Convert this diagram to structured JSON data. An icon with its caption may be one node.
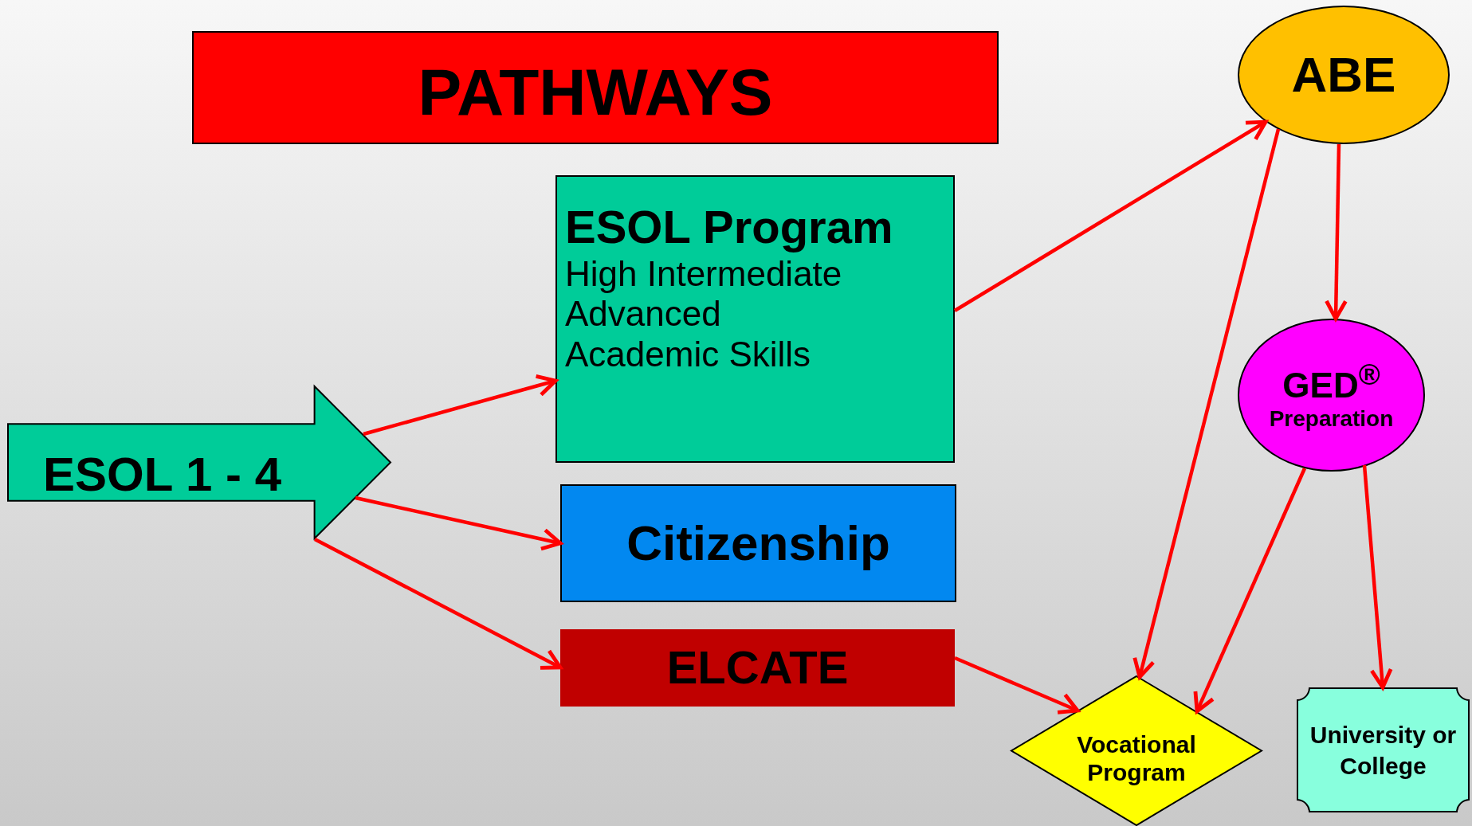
{
  "diagram": {
    "title": "PATHWAYS",
    "nodes": [
      {
        "text": [
          "ESOL 1 - 4"
        ]
      },
      {
        "text": [
          "ESOL Program",
          "High Intermediate",
          "Advanced",
          "Academic Skills"
        ]
      },
      {
        "text": [
          "Citizenship"
        ]
      },
      {
        "text": [
          "ELCATE"
        ]
      },
      {
        "text": [
          "ABE"
        ]
      },
      {
        "text": [
          "GED$^{®}$",
          "Preparation"
        ]
      },
      {
        "text": [
          "Vocational Program"
        ]
      },
      {
        "text": [
          "University or College"
        ]
      }
    ],
    "edges": [
      {
        "from": 0,
        "to": 1,
        "arrow": "to"
      },
      {
        "from": 0,
        "to": 2,
        "arrow": "to"
      },
      {
        "from": 0,
        "to": 3,
        "arrow": "to"
      },
      {
        "from": 1,
        "to": 4,
        "arrow": "to"
      },
      {
        "from": 4,
        "to": 5,
        "arrow": "to"
      },
      {
        "from": 4,
        "to": 6,
        "arrow": "to"
      },
      {
        "from": 5,
        "to": 6,
        "arrow": "to"
      },
      {
        "from": 5,
        "to": 7,
        "arrow": "to"
      },
      {
        "from": 3,
        "to": 6,
        "arrow": "to"
      }
    ]
  }
}
